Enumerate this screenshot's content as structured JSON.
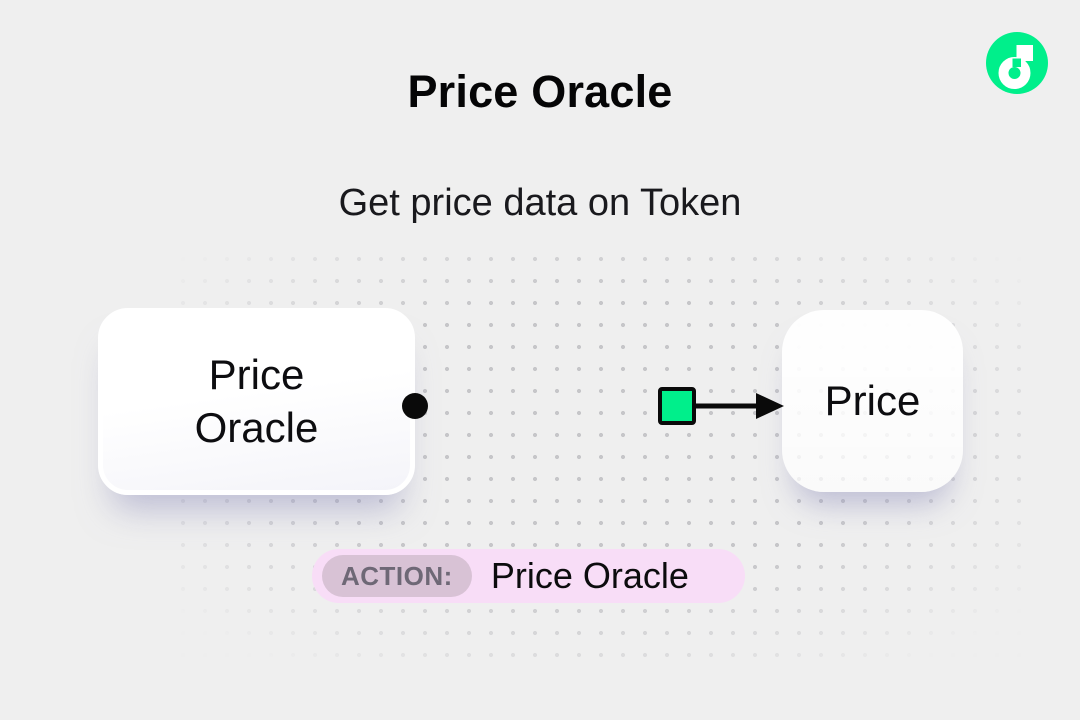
{
  "header": {
    "title": "Price Oracle",
    "subtitle": "Get price data on Token"
  },
  "brand": {
    "logo_icon": "flow-logo-icon",
    "logo_color": "#00EF8B"
  },
  "diagram": {
    "nodes": [
      {
        "id": "price-oracle",
        "label": "Price Oracle"
      },
      {
        "id": "price",
        "label": "Price"
      }
    ],
    "edge": {
      "from": "price-oracle",
      "to": "price",
      "style": "solid-black-arrow",
      "marker": "green-square",
      "marker_color": "#00EF8B"
    }
  },
  "action_badge": {
    "label": "ACTION:",
    "value": "Price Oracle",
    "pill_color": "#F8DDF7",
    "label_pill_color": "#D8C2D5",
    "label_text_color": "#6E6876"
  },
  "colors": {
    "background": "#EFEFEF",
    "accent_green": "#00EF8B",
    "dot_grid": "#C6C6C9"
  }
}
